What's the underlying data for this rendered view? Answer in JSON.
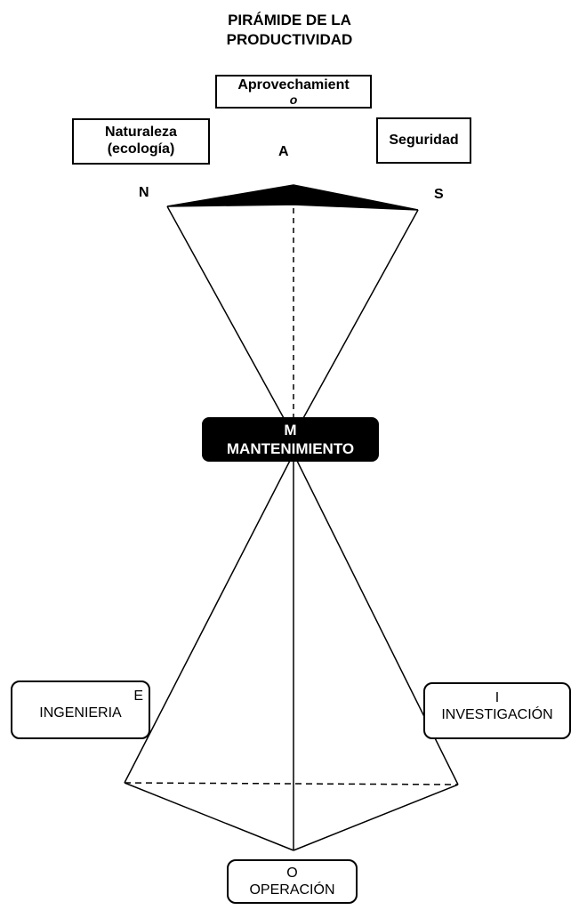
{
  "title": {
    "line1": "PIRÁMIDE DE LA",
    "line2": "PRODUCTIVIDAD"
  },
  "top_box": {
    "text": "Aprovechamient",
    "letter": "o"
  },
  "left_box": {
    "line1": "Naturaleza",
    "line2": "(ecología)"
  },
  "right_box": {
    "text": "Seguridad"
  },
  "labels": {
    "a": "A",
    "n": "N",
    "s": "S"
  },
  "center_box": {
    "letter": "M",
    "text": "MANTENIMIENTO"
  },
  "engineering_box": {
    "letter": "E",
    "text": "INGENIERIA"
  },
  "research_box": {
    "letter": "I",
    "text": "INVESTIGACIÓN"
  },
  "operation_box": {
    "letter": "O",
    "text": "OPERACIÓN"
  }
}
